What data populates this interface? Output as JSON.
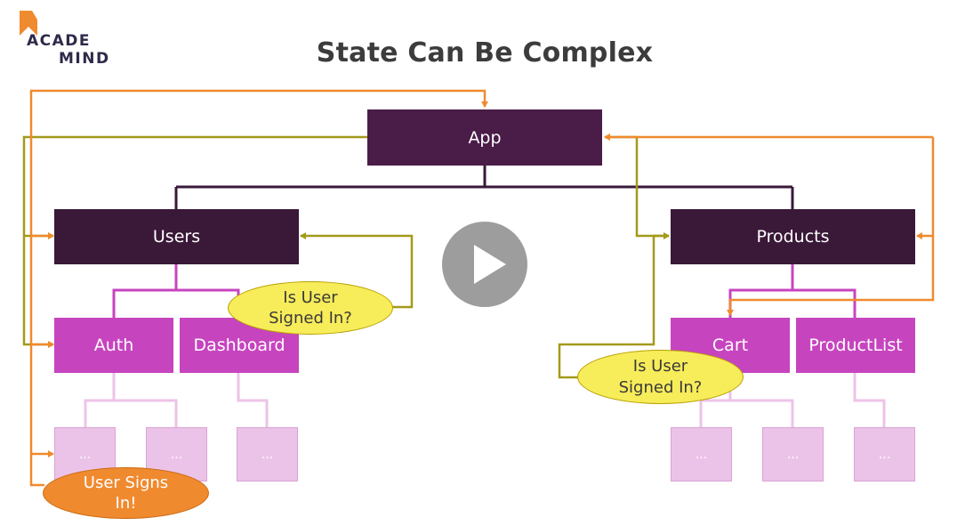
{
  "title": "State Can Be Complex",
  "logo": {
    "line1": "ACADE",
    "line2": "MIND"
  },
  "nodes": {
    "app": "App",
    "users": "Users",
    "products": "Products",
    "auth": "Auth",
    "dashboard": "Dashboard",
    "cart": "Cart",
    "productlist": "ProductList",
    "leaf": "..."
  },
  "bubbles": {
    "is_user_signed_in_left": "Is User\nSigned In?",
    "is_user_signed_in_right": "Is User\nSigned In?",
    "user_signs_in": "User Signs\nIn!"
  },
  "colors": {
    "app": "#4a1c48",
    "level2": "#3a1838",
    "level3": "#c744bf",
    "leaf": "#ecc3e8",
    "tree_line_dark": "#3a1838",
    "tree_line_mid": "#c744bf",
    "tree_line_light": "#ecc3e8",
    "flow_orange": "#f08a2e",
    "flow_olive": "#a39a1a",
    "bubble_yellow": "#f7ec5a",
    "bubble_orange": "#f08a2e"
  },
  "icons": {
    "play": "play-icon",
    "logo": "academind-logo-icon"
  }
}
